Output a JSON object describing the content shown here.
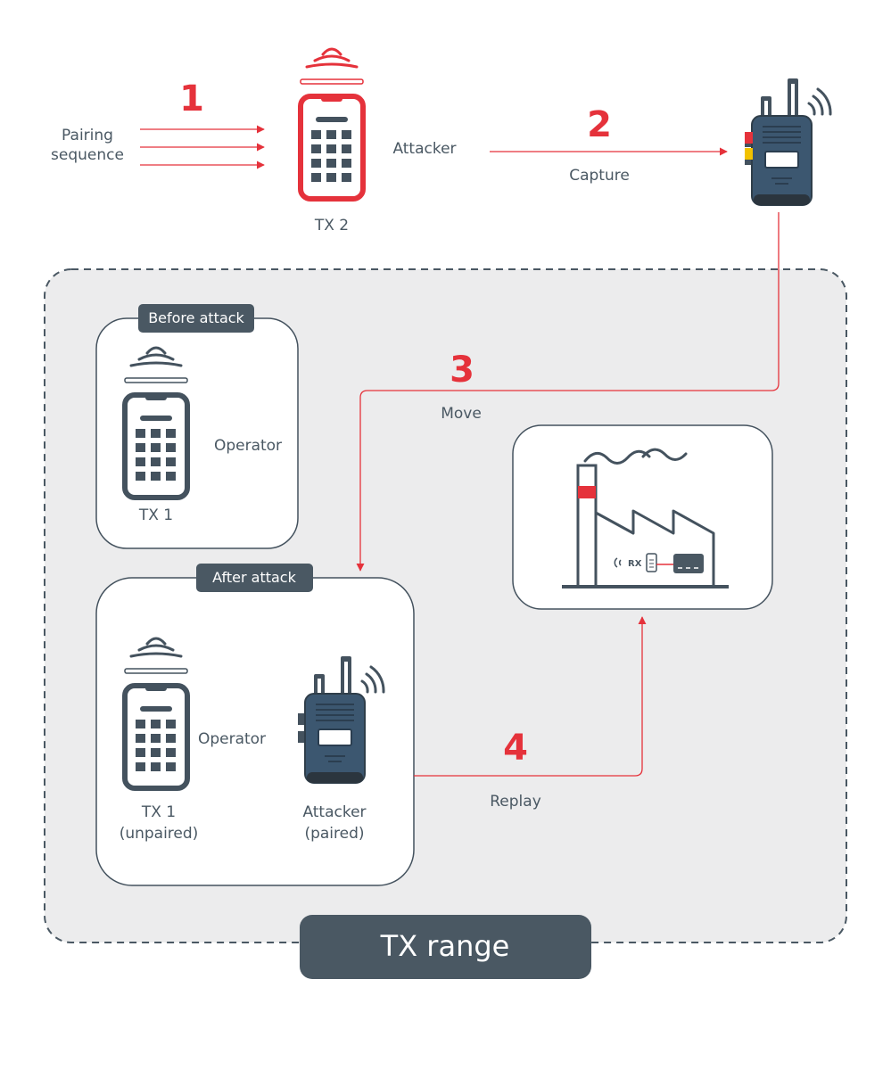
{
  "colors": {
    "accent_red": "#e5323b",
    "slate": "#44525e",
    "radio_blue": "#3c5770",
    "zone_fill": "#ececed",
    "tab_fill": "#4a5863"
  },
  "icons": {
    "remote": "remote-control-icon",
    "radio": "walkie-talkie-icon",
    "wifi": "wireless-signal-icon",
    "factory": "factory-icon"
  },
  "steps": {
    "s1": {
      "number": "1"
    },
    "s2": {
      "number": "2",
      "label": "Capture"
    },
    "s3": {
      "number": "3",
      "label": "Move"
    },
    "s4": {
      "number": "4",
      "label": "Replay"
    }
  },
  "top": {
    "pairing_line1": "Pairing",
    "pairing_line2": "sequence",
    "tx2_label": "TX 2",
    "attacker_label": "Attacker"
  },
  "before": {
    "tab": "Before attack",
    "tx_label": "TX 1",
    "operator_label": "Operator"
  },
  "after": {
    "tab": "After attack",
    "tx_line1": "TX 1",
    "tx_line2": "(unpaired)",
    "operator_label": "Operator",
    "attacker_line1": "Attacker",
    "attacker_line2": "(paired)"
  },
  "factory": {
    "rx_label": "RX"
  },
  "range": {
    "label": "TX range"
  }
}
